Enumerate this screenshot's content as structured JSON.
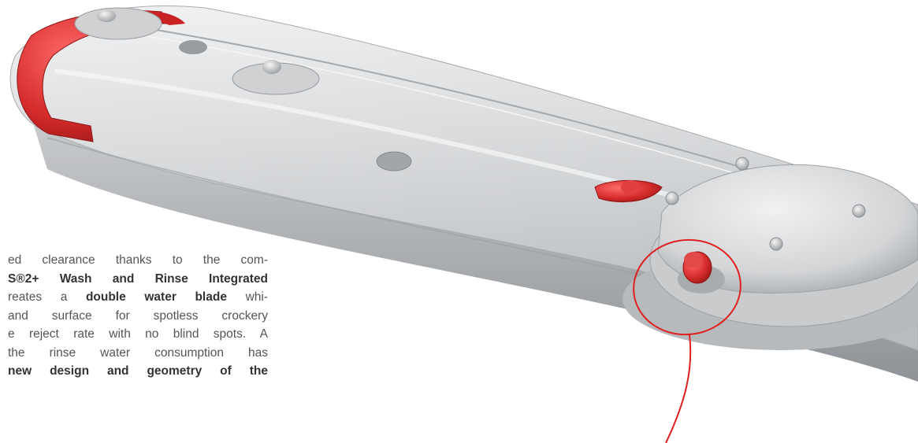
{
  "colors": {
    "accent_red": "#d42a2a",
    "metal_light": "#e8e9ea",
    "metal_mid": "#c4c6c8",
    "metal_dark": "#8c8f93",
    "text": "#555555",
    "text_bold": "#333333"
  },
  "body_copy": {
    "line1": {
      "text": "ed clearance thanks to the com-"
    },
    "line2": {
      "bold": "S®2+ Wash and Rinse Integrated"
    },
    "line3": {
      "pre": "reates a ",
      "bold": "double water blade",
      "post": " whi-"
    },
    "line4": {
      "text": "and surface for spotless crockery"
    },
    "line5": {
      "text": "e reject rate with no blind spots. A"
    },
    "line6": {
      "text": "the rinse water consumption has"
    },
    "line7": {
      "bold": "new design and geometry of the"
    }
  }
}
